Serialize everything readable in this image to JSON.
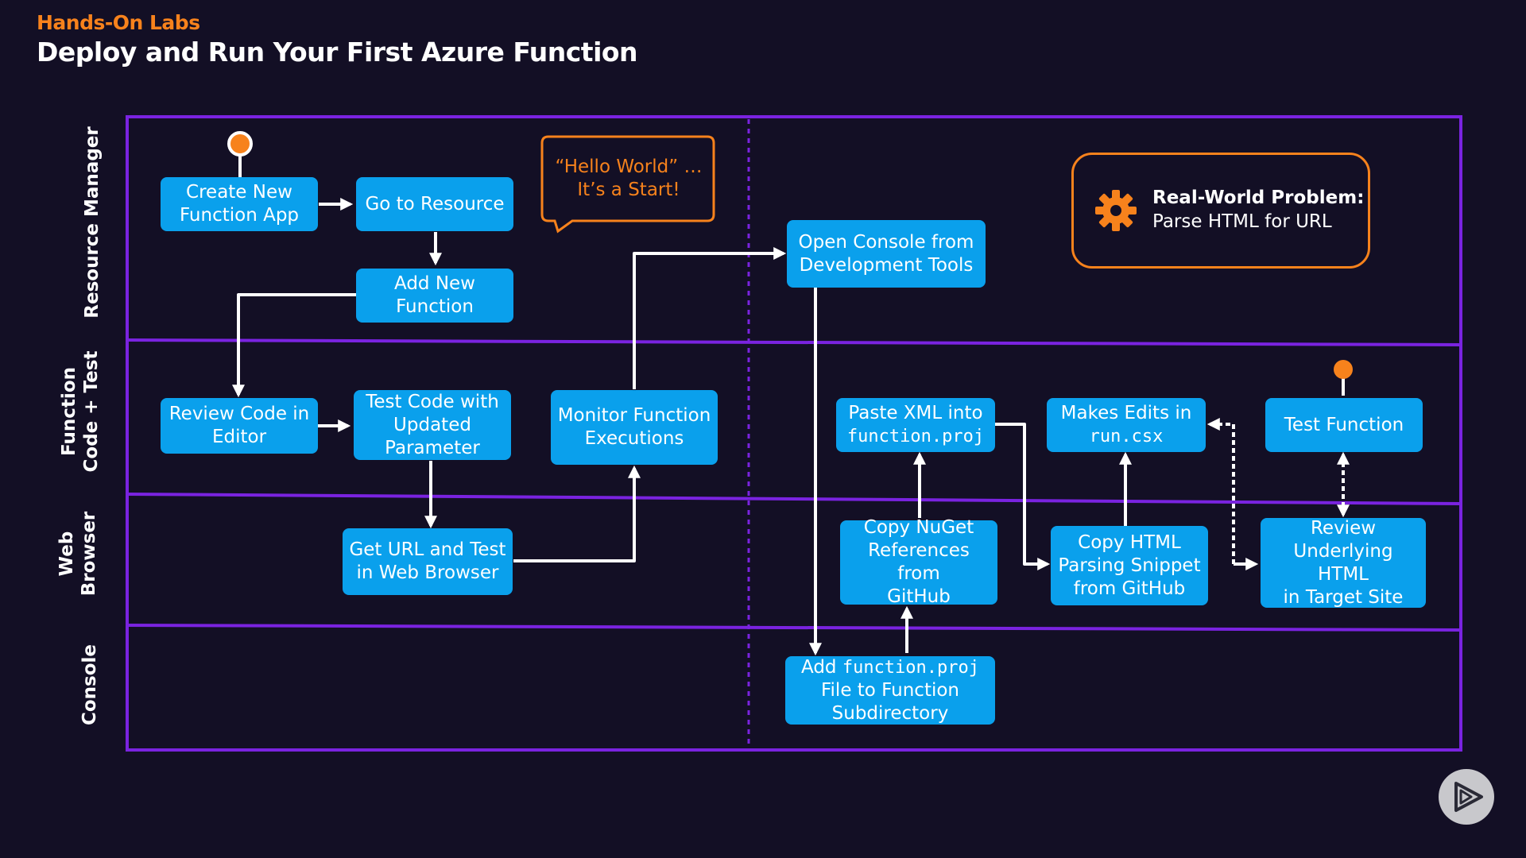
{
  "header": {
    "eyebrow": "Hands-On Labs",
    "title": "Deploy and Run Your First Azure Function"
  },
  "lanes": [
    {
      "label": "Resource Manager"
    },
    {
      "label": "Function\nCode + Test"
    },
    {
      "label": "Web\nBrowser"
    },
    {
      "label": "Console"
    }
  ],
  "nodes": {
    "create_app": "Create New\nFunction App",
    "go_resource": "Go to Resource",
    "add_function": "Add New\nFunction",
    "review_code": "Review Code in\nEditor",
    "test_code": "Test Code with\nUpdated\nParameter",
    "get_url": "Get URL and Test\nin Web Browser",
    "monitor": "Monitor Function\nExecutions",
    "open_console": "Open Console from\nDevelopment Tools",
    "add_proj_code": "function.proj",
    "add_proj_prefix": "Add ",
    "add_proj_rest": "File to Function\nSubdirectory",
    "copy_nuget": "Copy NuGet\nReferences from\nGitHub",
    "paste_xml_line1": "Paste XML into",
    "paste_xml_code": "function.proj",
    "copy_html": "Copy HTML\nParsing Snippet\nfrom GitHub",
    "makes_edits_line1": "Makes Edits in",
    "makes_edits_code": "run.csx",
    "review_html": "Review\nUnderlying HTML\nin Target  Site",
    "test_function": "Test Function"
  },
  "callout": {
    "text": "“Hello World” …\nIt’s a Start!"
  },
  "problem": {
    "heading": "Real-World Problem:",
    "subtext": "Parse HTML for URL"
  },
  "colors": {
    "background": "#130f25",
    "accent_orange": "#f7821c",
    "lane_border": "#7a23e0",
    "node_blue": "#0aa0ec"
  },
  "icons": {
    "problem": "gear-icon",
    "player": "play-icon"
  }
}
